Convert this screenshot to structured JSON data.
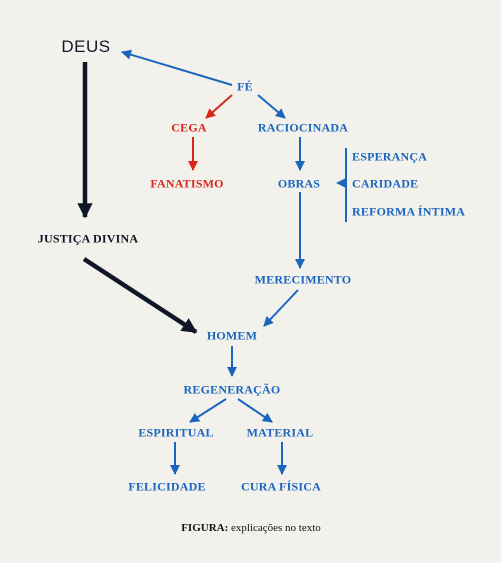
{
  "colors": {
    "background": "#f2f1ec",
    "blue": "#1a66bf",
    "red": "#d8271b",
    "dark": "#0f1626"
  },
  "nodes": {
    "deus": "DEUS",
    "fe": "FÉ",
    "cega": "CEGA",
    "raciocinada": "RACIOCINADA",
    "fanatismo": "FANATISMO",
    "obras": "OBRAS",
    "esperanca": "ESPERANÇA",
    "caridade": "CARIDADE",
    "reforma_intima": "REFORMA ÍNTIMA",
    "justica_divina": "JUSTIÇA DIVINA",
    "merecimento": "MERECIMENTO",
    "homem": "HOMEM",
    "regeneracao": "REGENERAÇÃO",
    "espiritual": "ESPIRITUAL",
    "material": "MATERIAL",
    "felicidade": "FELICIDADE",
    "cura_fisica": "CURA FÍSICA"
  },
  "caption": {
    "label": "FIGURA:",
    "text": "explicações no texto"
  }
}
